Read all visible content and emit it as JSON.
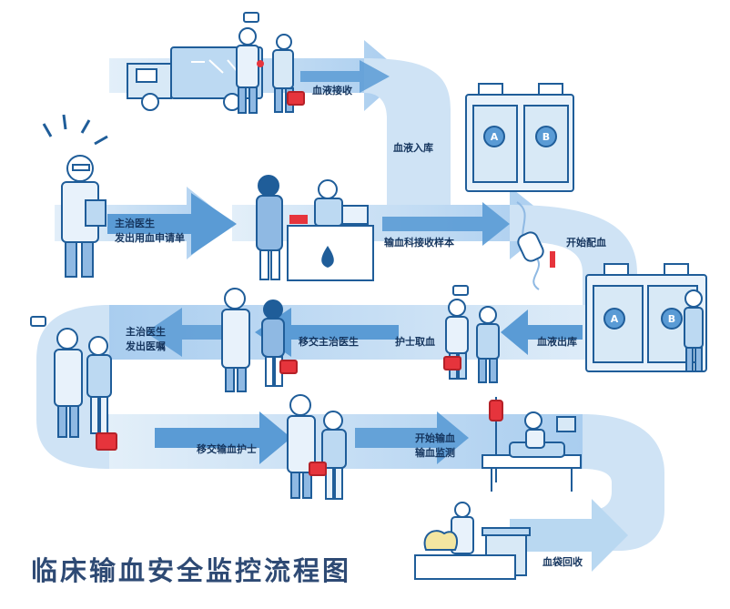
{
  "title": "临床输血安全监控流程图",
  "steps": {
    "blood_receive": "血液接收",
    "blood_storage": "血液入库",
    "doctor_request": [
      "主治医生",
      "发出用血申请单"
    ],
    "lab_receive_sample": "输血科接收样本",
    "start_crossmatch": "开始配血",
    "blood_out": "血液出库",
    "nurse_pickup": "护士取血",
    "hand_to_doctor": "移交主治医生",
    "doctor_order": [
      "主治医生",
      "发出医嘱"
    ],
    "hand_to_nurse": "移交输血护士",
    "start_transfusion": [
      "开始输血",
      "输血监测"
    ],
    "bag_recycle": "血袋回收"
  },
  "fridge_labels": [
    "A",
    "B"
  ],
  "colors": {
    "path_light": "#d8e9f6",
    "path_mid": "#b9d8f1",
    "arrow": "#5a9bd5",
    "outline": "#1f5d99",
    "text": "#15355e",
    "title": "#2e4a74",
    "accent_red": "#e6343c"
  }
}
